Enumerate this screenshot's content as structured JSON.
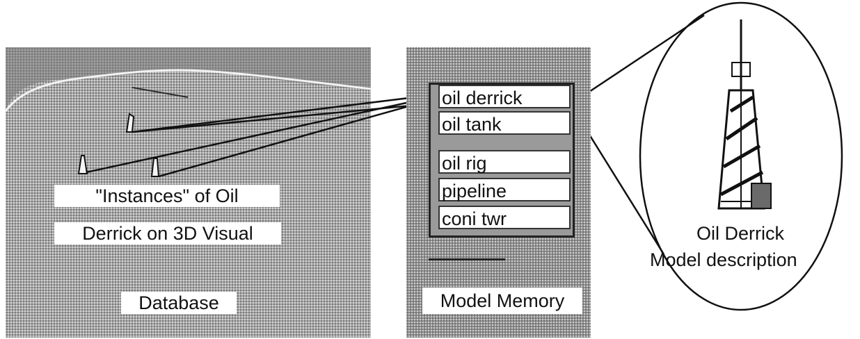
{
  "database_caption": {
    "line1": "\"Instances\" of Oil",
    "line2": "Derrick on 3D Visual",
    "line3": "Database"
  },
  "model_memory": {
    "items": [
      "oil derrick",
      "oil tank",
      "oil rig",
      "pipeline",
      "coni twr"
    ],
    "title": "Model Memory"
  },
  "model_description": {
    "line1": "Oil Derrick",
    "line2": "Model description"
  },
  "icons": [
    "oil-derrick-instance-icon",
    "oil-derrick-model-icon"
  ]
}
